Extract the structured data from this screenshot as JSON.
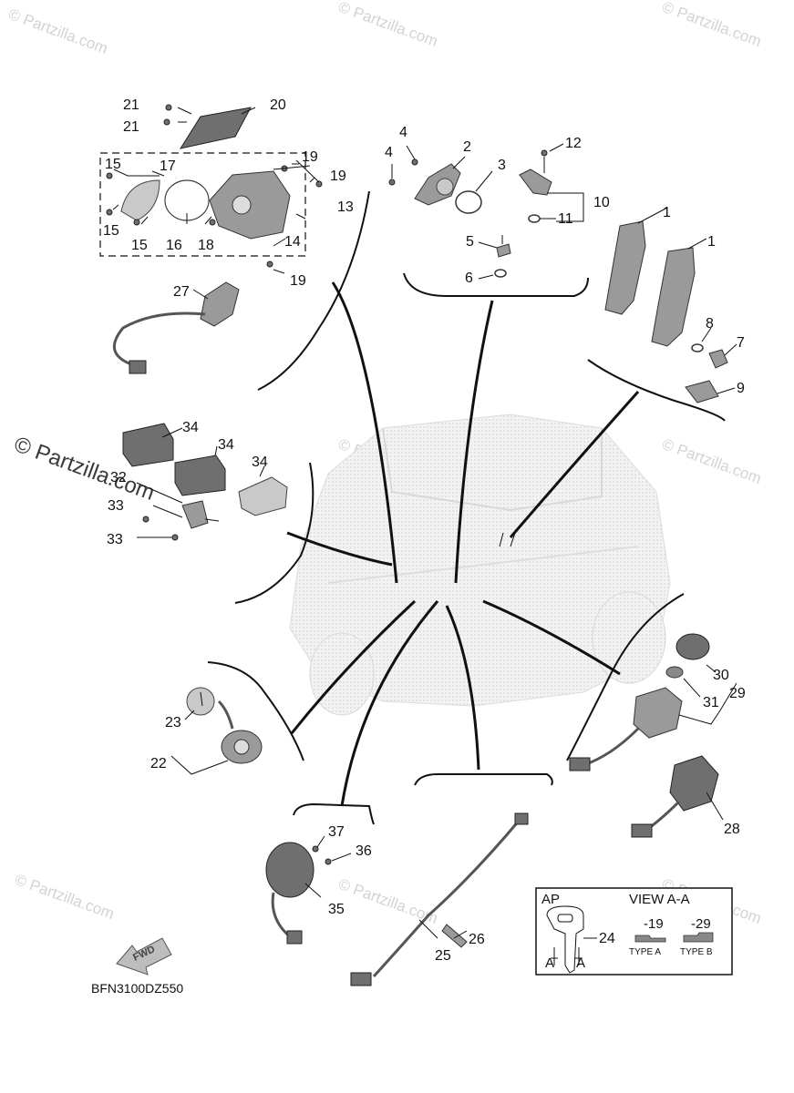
{
  "diagram_code": "BFN3100DZ550",
  "fwd_label": "FWD",
  "watermarks": {
    "small": "© Partzilla.com",
    "large": "© Partzilla.com"
  },
  "view_box": {
    "ap_label": "AP",
    "view_title": "VIEW A-A",
    "variant_a_number": "-19",
    "variant_b_number": "-29",
    "type_a": "TYPE A",
    "type_b": "TYPE B",
    "section_a_left": "A",
    "section_a_right": "A",
    "key_part_number": "24"
  },
  "callouts": [
    "1",
    "1",
    "2",
    "3",
    "4",
    "4",
    "5",
    "6",
    "7",
    "8",
    "9",
    "10",
    "11",
    "12",
    "13",
    "14",
    "15",
    "15",
    "15",
    "16",
    "17",
    "18",
    "19",
    "19",
    "19",
    "20",
    "21",
    "21",
    "22",
    "23",
    "25",
    "26",
    "27",
    "28",
    "29",
    "30",
    "31",
    "32",
    "33",
    "33",
    "34",
    "34",
    "34",
    "35",
    "36",
    "37"
  ],
  "colors": {
    "line": "#111111",
    "part_fill": "#9a9a9a",
    "watermark": "#d3d3d3",
    "vehicle_ghost": "#e6e6e6"
  }
}
